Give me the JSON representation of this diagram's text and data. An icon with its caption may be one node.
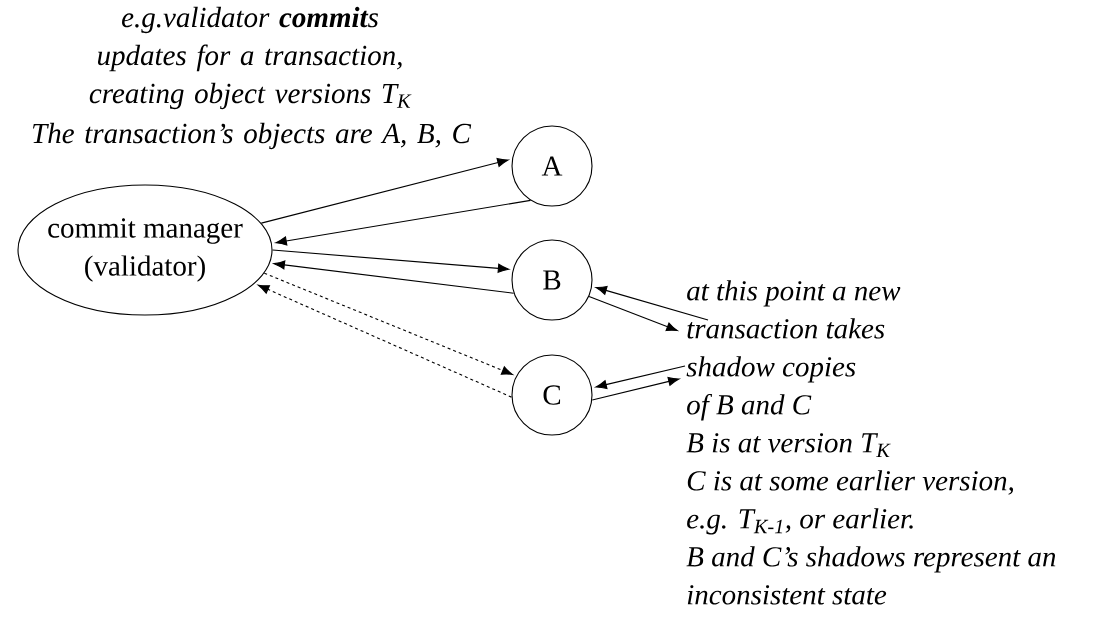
{
  "diagram": {
    "nodes": [
      {
        "text": [
          "commit manager (validator)"
        ]
      },
      {
        "text": [
          "A"
        ]
      },
      {
        "text": [
          "B"
        ]
      },
      {
        "text": [
          "C"
        ]
      },
      {
        "text": [
          "at this point a new transaction takes shadow copies",
          "of B and C",
          "B is at version T$_{K}$",
          "C is at some earlier version, e.g. T$_{K-1}$, or earlier.",
          "B and C’s shadows represent an inconsistent state"
        ]
      }
    ],
    "edges": [
      {
        "from": 0,
        "to": 1,
        "arrow": "to"
      },
      {
        "from": 1,
        "to": 0,
        "arrow": "to"
      },
      {
        "from": 0,
        "to": 2,
        "arrow": "to"
      },
      {
        "from": 2,
        "to": 0,
        "arrow": "to"
      },
      {
        "from": 0,
        "to": 3,
        "arrow": "to",
        "style": "dashed"
      },
      {
        "from": 3,
        "to": 0,
        "arrow": "to",
        "style": "dashed"
      },
      {
        "from": 4,
        "to": 2,
        "arrow": "to"
      },
      {
        "from": 2,
        "to": 4,
        "arrow": "to"
      },
      {
        "from": 4,
        "to": 3,
        "arrow": "to"
      },
      {
        "from": 3,
        "to": 4,
        "arrow": "to"
      }
    ],
    "labels": [
      "e.g.validator **commit**s updates for a transaction, creating object versions T$_{K}$",
      "The transaction’s objects are A, B, C"
    ]
  }
}
